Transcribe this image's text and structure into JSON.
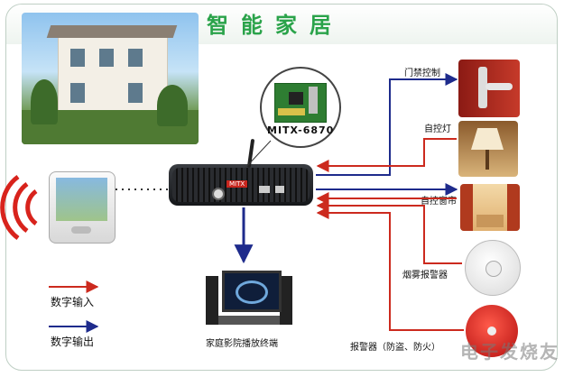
{
  "title": "智能家居",
  "board_label": "MITX-6870",
  "device_badge": "MITX",
  "devices": [
    {
      "label": "门禁控制"
    },
    {
      "label": "自控灯"
    },
    {
      "label": "自控窗帘"
    },
    {
      "label": "烟雾报警器"
    },
    {
      "label": "报警器（防盗、防火）"
    }
  ],
  "home_theater_label": "家庭影院播放终端",
  "legend": {
    "input": "数字输入",
    "output": "数字输出"
  },
  "watermark": "电子发烧友",
  "colors": {
    "input": "#cc2a1e",
    "output": "#1e2b8c",
    "title": "#2aa34a"
  }
}
